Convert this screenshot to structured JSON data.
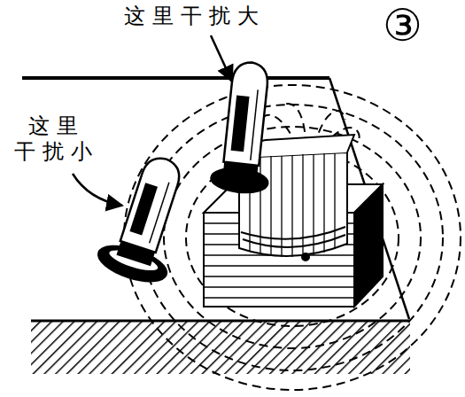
{
  "diagram": {
    "labels": [
      "这里干扰大",
      "这里干扰小",
      "③"
    ]
  }
}
